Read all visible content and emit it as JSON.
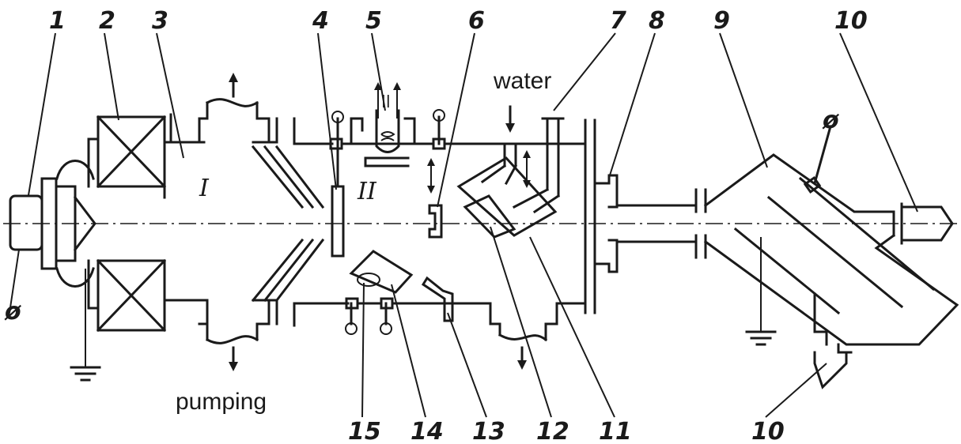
{
  "labels": {
    "top": [
      "1",
      "2",
      "3",
      "4",
      "5",
      "6",
      "7",
      "8",
      "9",
      "10"
    ],
    "bottom": [
      "15",
      "14",
      "13",
      "12",
      "11",
      "10"
    ]
  },
  "text": {
    "water": "water",
    "pumping": "pumping",
    "region_1": "I",
    "region_2": "II"
  }
}
